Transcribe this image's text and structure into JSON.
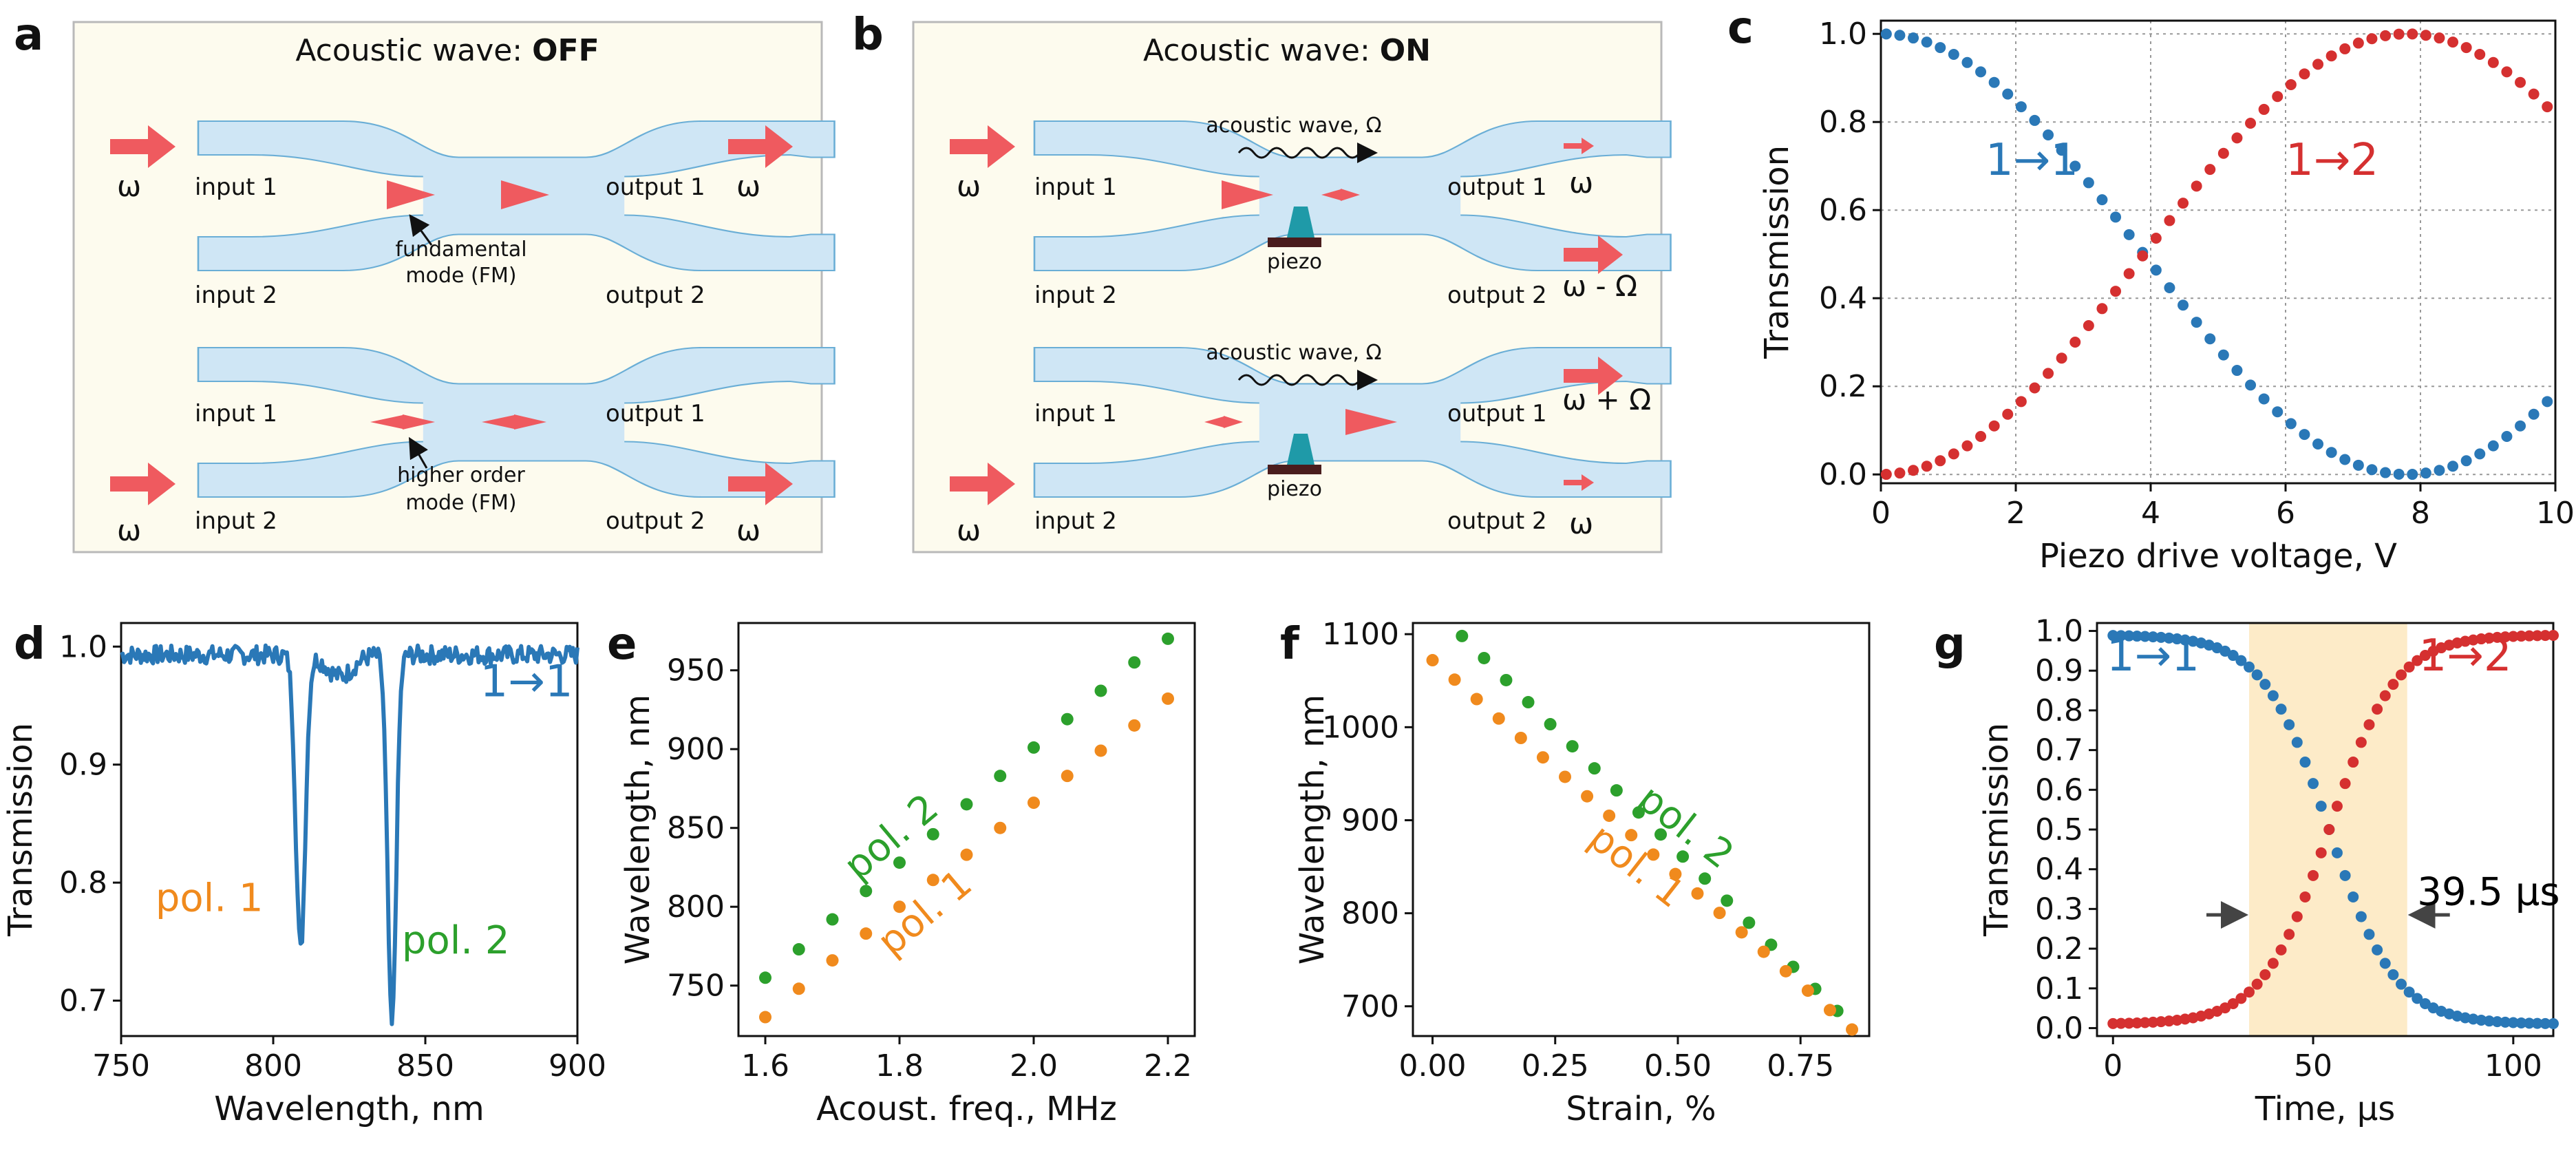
{
  "panel_letters": {
    "a": "a",
    "b": "b",
    "c": "c",
    "d": "d",
    "e": "e",
    "f": "f",
    "g": "g"
  },
  "schematic": {
    "a": {
      "title_prefix": "Acoustic wave: ",
      "title_state": "OFF",
      "input1": "input 1",
      "input2": "input 2",
      "output1": "output 1",
      "output2": "output 2",
      "fundamental": [
        "fundamental",
        "mode (FM)"
      ],
      "higher": [
        "higher order",
        "mode (FM)"
      ],
      "omega": "ω"
    },
    "b": {
      "title_prefix": "Acoustic wave: ",
      "title_state": "ON",
      "input1": "input 1",
      "input2": "input 2",
      "output1": "output 1",
      "output2": "output 2",
      "acoustic": "acoustic wave, Ω",
      "piezo": "piezo",
      "omega": "ω",
      "omega_minus": "ω - Ω",
      "omega_plus": "ω + Ω"
    },
    "colors": {
      "waveguide_fill": "#cfe6f5",
      "waveguide_stroke": "#6aaed6",
      "arrow": "#ef5a5f",
      "box_bg": "#fdfbee",
      "piezo": "#1f9aa8",
      "piezo_base": "#4a1d1d"
    }
  },
  "chart_data": [
    {
      "id": "c",
      "type": "scatter",
      "xlabel": "Piezo drive voltage, V",
      "ylabel": "Transmission",
      "xlim": [
        0,
        10
      ],
      "ylim": [
        -0.02,
        1.03
      ],
      "xticks": [
        0,
        2,
        4,
        6,
        8,
        10
      ],
      "yticks": [
        0.0,
        0.2,
        0.4,
        0.6,
        0.8,
        1.0
      ],
      "ytick_labels": [
        "0.0",
        "0.2",
        "0.4",
        "0.6",
        "0.8",
        "1.0"
      ],
      "grid": true,
      "model": {
        "x_start": 0.08,
        "x_step": 0.2,
        "count": 50,
        "period_v": 15.6
      },
      "series": [
        {
          "name": "1→1",
          "color": "#2a78b7",
          "label_x": 1.55,
          "label_y": 0.68
        },
        {
          "name": "1→2",
          "color": "#d53030",
          "label_x": 6.0,
          "label_y": 0.68
        }
      ]
    },
    {
      "id": "d",
      "type": "line",
      "xlabel": "Wavelength, nm",
      "ylabel": "Transmission",
      "xlim": [
        750,
        900
      ],
      "ylim": [
        0.67,
        1.02
      ],
      "xticks": [
        750,
        800,
        850,
        900
      ],
      "yticks": [
        0.7,
        0.8,
        0.9,
        1.0
      ],
      "ytick_labels": [
        "0.7",
        "0.8",
        "0.9",
        "1.0"
      ],
      "series": [
        {
          "name": "1→1",
          "color": "#2a78b7"
        }
      ],
      "dips": [
        {
          "center": 809,
          "depth": 0.25,
          "width": 2.2
        },
        {
          "center": 839,
          "depth": 0.315,
          "width": 2.0
        }
      ],
      "annotations": [
        {
          "text": "pol. 1",
          "color": "#f08a1d",
          "x": 779,
          "y": 0.776
        },
        {
          "text": "pol. 2",
          "color": "#2ca02c",
          "x": 860,
          "y": 0.74
        }
      ]
    },
    {
      "id": "e",
      "type": "scatter",
      "xlabel": "Acoust. freq., MHz",
      "ylabel": "Wavelength, nm",
      "xlim": [
        1.56,
        2.24
      ],
      "ylim": [
        718,
        980
      ],
      "xticks": [
        1.6,
        1.8,
        2.0,
        2.2
      ],
      "xtick_labels": [
        "1.6",
        "1.8",
        "2.0",
        "2.2"
      ],
      "yticks": [
        750,
        800,
        850,
        900,
        950
      ],
      "series": [
        {
          "name": "pol. 2",
          "color": "#2ca02c",
          "x": [
            1.6,
            1.65,
            1.7,
            1.75,
            1.8,
            1.85,
            1.9,
            1.95,
            2.0,
            2.05,
            2.1,
            2.15,
            2.2
          ],
          "y": [
            755,
            773,
            792,
            810,
            828,
            846,
            865,
            883,
            901,
            919,
            937,
            955,
            970
          ]
        },
        {
          "name": "pol. 1",
          "color": "#f08a1d",
          "x": [
            1.6,
            1.65,
            1.7,
            1.75,
            1.8,
            1.85,
            1.9,
            1.95,
            2.0,
            2.05,
            2.1,
            2.15,
            2.2
          ],
          "y": [
            730,
            748,
            766,
            783,
            800,
            817,
            833,
            850,
            866,
            883,
            899,
            915,
            932
          ]
        }
      ],
      "annotations": [
        {
          "text": "pol. 2",
          "color": "#2ca02c",
          "x": 1.8,
          "y": 838
        },
        {
          "text": "pol. 1",
          "color": "#f08a1d",
          "x": 1.85,
          "y": 790
        }
      ]
    },
    {
      "id": "f",
      "type": "scatter",
      "xlabel": "Strain, %",
      "ylabel": "Wavelength, nm",
      "xlim": [
        -0.04,
        0.89
      ],
      "ylim": [
        668,
        1112
      ],
      "xticks": [
        0.0,
        0.25,
        0.5,
        0.75
      ],
      "xtick_labels": [
        "0.00",
        "0.25",
        "0.50",
        "0.75"
      ],
      "yticks": [
        700,
        800,
        900,
        1000,
        1100
      ],
      "series": [
        {
          "name": "pol. 2",
          "color": "#2ca02c",
          "x_start": 0.06,
          "x_step": 0.045,
          "count": 18,
          "y_start": 1098,
          "y_end": 695
        },
        {
          "name": "pol. 1",
          "color": "#f08a1d",
          "x_start": 0.0,
          "x_step": 0.045,
          "count": 20,
          "y_start": 1072,
          "y_end": 675
        }
      ],
      "annotations": [
        {
          "text": "pol. 2",
          "color": "#2ca02c",
          "x": 0.5,
          "y": 882
        },
        {
          "text": "pol. 1",
          "color": "#f08a1d",
          "x": 0.4,
          "y": 840
        }
      ]
    },
    {
      "id": "g",
      "type": "scatter",
      "xlabel": "Time, μs",
      "ylabel": "Transmission",
      "xlim": [
        -4,
        110
      ],
      "ylim": [
        -0.02,
        1.02
      ],
      "xticks": [
        0,
        50,
        100
      ],
      "yticks": [
        0.0,
        0.1,
        0.2,
        0.3,
        0.4,
        0.5,
        0.6,
        0.7,
        0.8,
        0.9,
        1.0
      ],
      "ytick_labels": [
        "0.0",
        "0.1",
        "0.2",
        "0.3",
        "0.4",
        "0.5",
        "0.6",
        "0.7",
        "0.8",
        "0.9",
        "1.0"
      ],
      "model": {
        "x_start": 0,
        "x_step": 2,
        "count": 56,
        "center": 54,
        "width": 8.3,
        "low": 0.01,
        "high": 0.99
      },
      "shaded_region": [
        34,
        73.5
      ],
      "shade_color": "#fdebc8",
      "series": [
        {
          "name": "1→1",
          "color": "#2a78b7",
          "label_x": 10,
          "label_y": 0.9
        },
        {
          "name": "1→2",
          "color": "#d53030",
          "label_x": 88,
          "label_y": 0.9
        }
      ],
      "annotation": {
        "text": "39.5 μs",
        "x": 76,
        "y": 0.31
      }
    }
  ]
}
